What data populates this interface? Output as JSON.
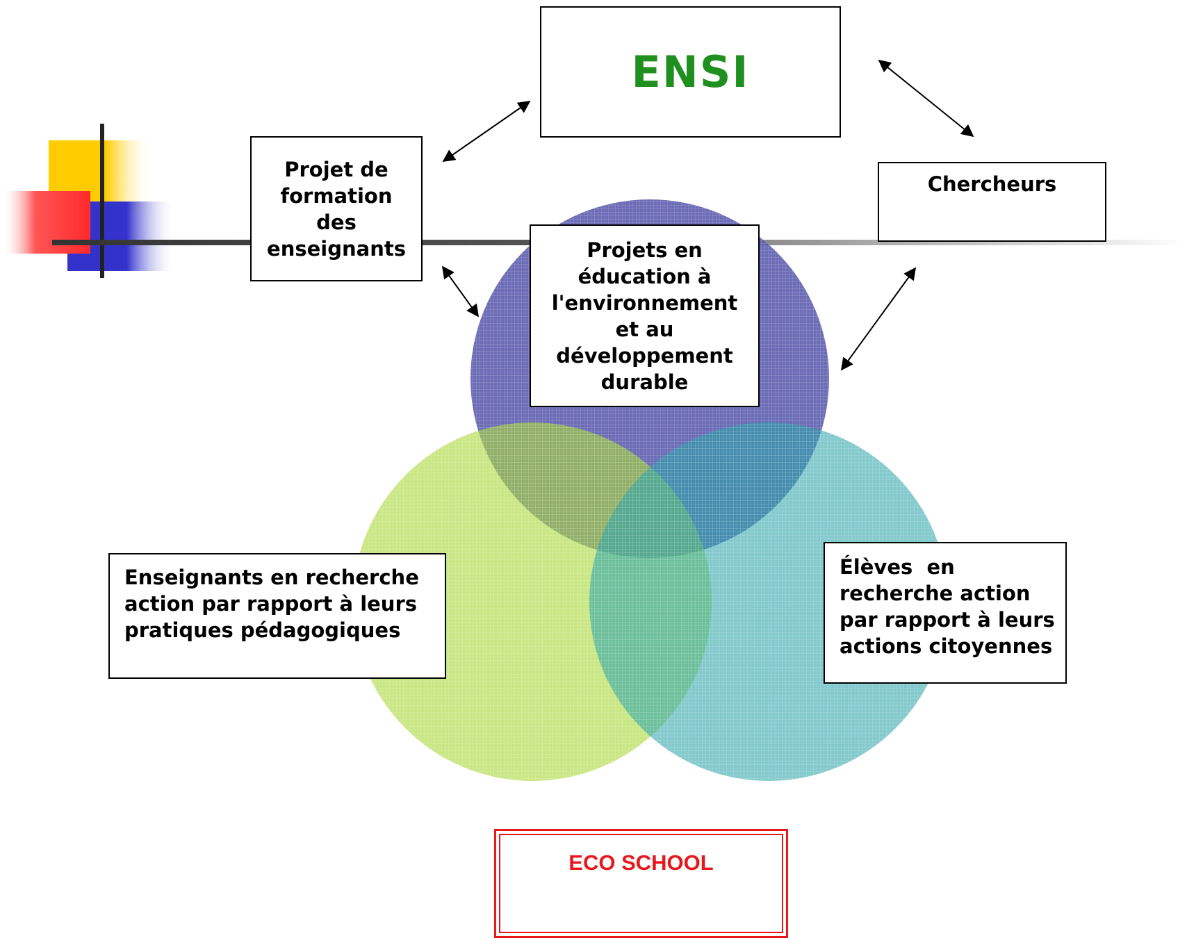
{
  "colors": {
    "ensi_title": "#1f8f1f",
    "circle_top": "#5d5daf",
    "circle_left": "#a9d93a",
    "circle_right": "#2ba3a8",
    "eco_school": "#e8171c",
    "logo_yellow": "#ffcc00",
    "logo_red": "#ff3333",
    "logo_blue": "#3333cc",
    "rule_gray": "#555555"
  },
  "icons": [
    "slide-logo-icon"
  ],
  "ensi": {
    "title": "ENSI"
  },
  "projet_formation": {
    "lines": [
      "Projet de",
      "formation",
      "des",
      "enseignants"
    ]
  },
  "chercheurs": {
    "label": "Chercheurs"
  },
  "projets_education": {
    "lines": [
      "Projets en",
      "éducation à",
      "l'environnement",
      "et au",
      "développement",
      "durable"
    ]
  },
  "enseignants_recherche": {
    "lines": [
      "Enseignants en recherche",
      "action par rapport à leurs",
      "pratiques pédagogiques"
    ]
  },
  "eleves_recherche": {
    "lines": [
      "Élèves  en",
      "recherche action",
      "par rapport à leurs",
      "actions citoyennes"
    ]
  },
  "eco_school": {
    "label": "ECO SCHOOL"
  }
}
